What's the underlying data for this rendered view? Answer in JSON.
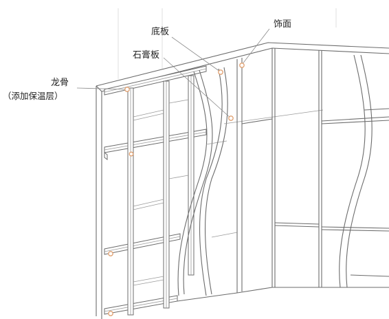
{
  "labels": {
    "base_board": "底板",
    "finish": "饰面",
    "gypsum_board": "石膏板",
    "keel": "龙骨",
    "keel_note": "（添加保温层）"
  },
  "colors": {
    "line": "#6b6b6b",
    "marker": "#e0a070",
    "background": "#ffffff"
  }
}
